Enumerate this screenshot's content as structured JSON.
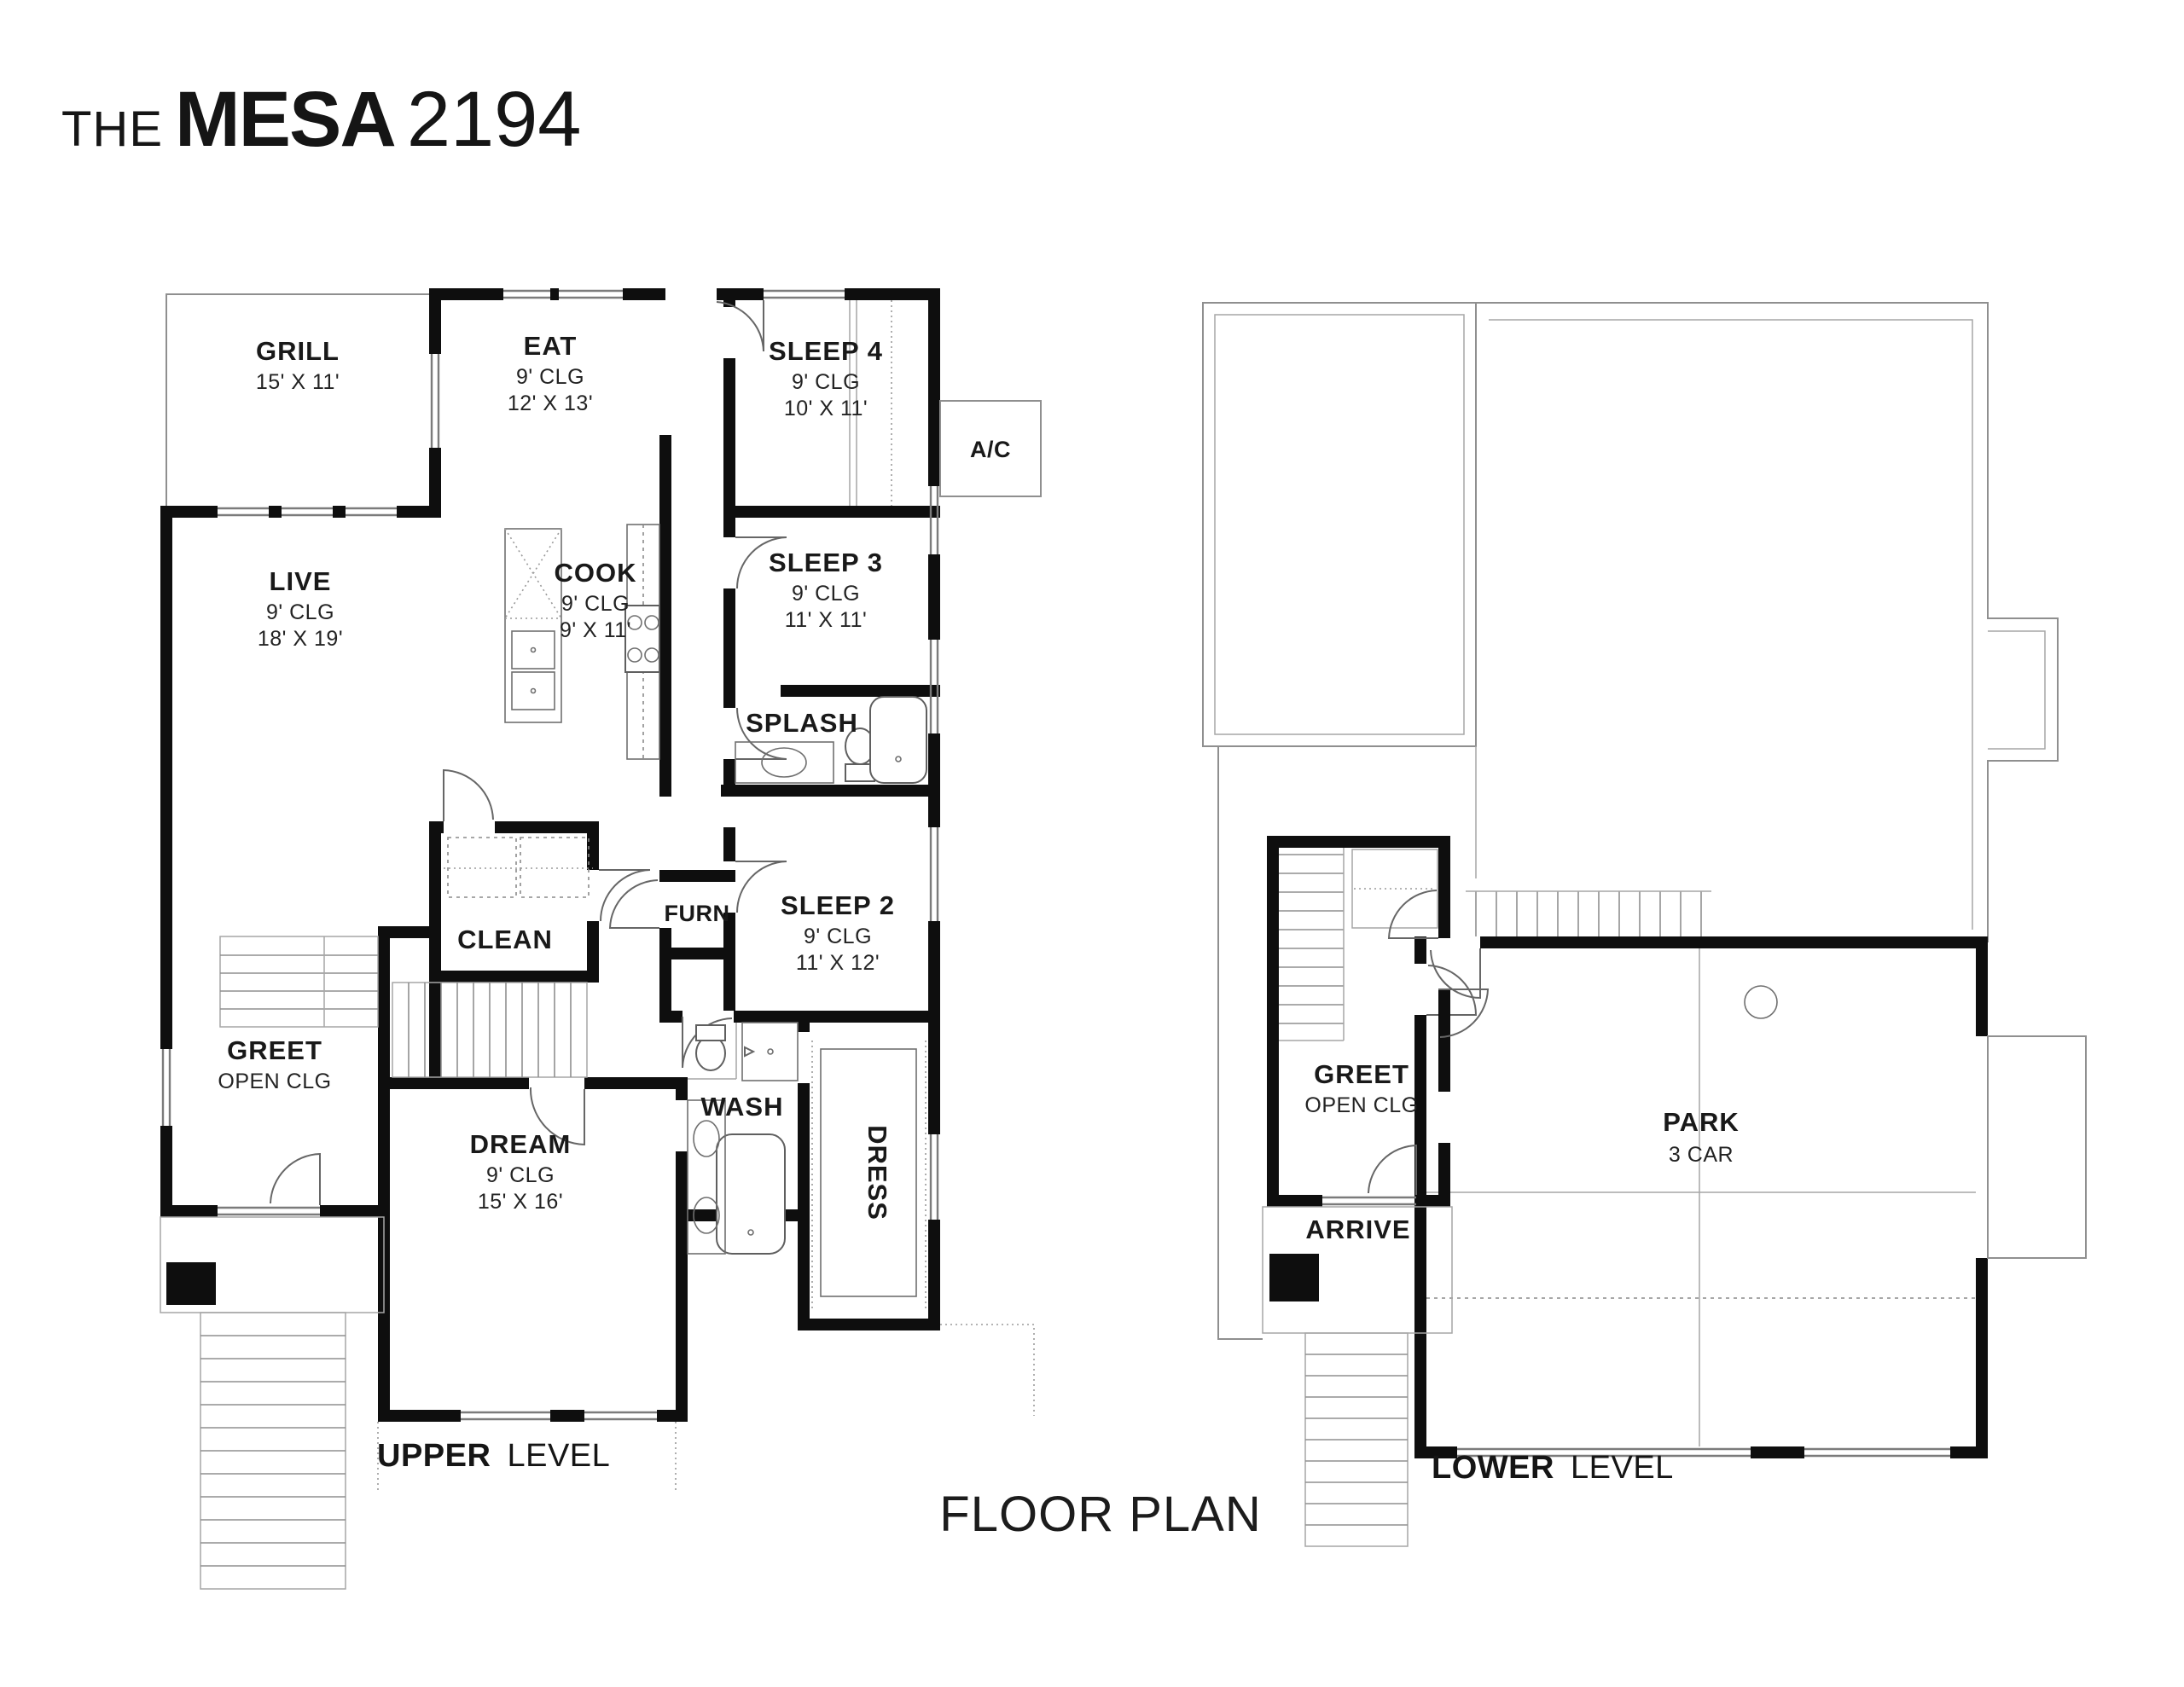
{
  "title": {
    "prefix": "THE",
    "name": "MESA",
    "number": "2194"
  },
  "footer": {
    "floor_plan": "FLOOR PLAN"
  },
  "upper": {
    "caption_bold": "UPPER",
    "caption_light": "LEVEL",
    "rooms": {
      "grill": {
        "name": "GRILL",
        "dims": "15' X 11'"
      },
      "eat": {
        "name": "EAT",
        "clg": "9' CLG",
        "dims": "12' X 13'"
      },
      "sleep4": {
        "name": "SLEEP 4",
        "clg": "9' CLG",
        "dims": "10' X 11'"
      },
      "ac": {
        "name": "A/C"
      },
      "sleep3": {
        "name": "SLEEP 3",
        "clg": "9' CLG",
        "dims": "11' X 11'"
      },
      "cook": {
        "name": "COOK",
        "clg": "9' CLG",
        "dims": "9' X 11'"
      },
      "live": {
        "name": "LIVE",
        "clg": "9' CLG",
        "dims": "18' X 19'"
      },
      "splash": {
        "name": "SPLASH"
      },
      "clean": {
        "name": "CLEAN"
      },
      "furn": {
        "name": "FURN"
      },
      "sleep2": {
        "name": "SLEEP 2",
        "clg": "9' CLG",
        "dims": "11' X 12'"
      },
      "greet": {
        "name": "GREET",
        "clg": "OPEN CLG"
      },
      "dream": {
        "name": "DREAM",
        "clg": "9' CLG",
        "dims": "15' X 16'"
      },
      "wash": {
        "name": "WASH"
      },
      "dress": {
        "name": "DRESS"
      }
    }
  },
  "lower": {
    "caption_bold": "LOWER",
    "caption_light": "LEVEL",
    "rooms": {
      "greet": {
        "name": "GREET",
        "clg": "OPEN CLG"
      },
      "arrive": {
        "name": "ARRIVE"
      },
      "park": {
        "name": "PARK",
        "dims": "3 CAR"
      }
    }
  },
  "colors": {
    "wall": "#0e0e0e",
    "thin_line": "#8f8f8f",
    "label": "#191919"
  }
}
